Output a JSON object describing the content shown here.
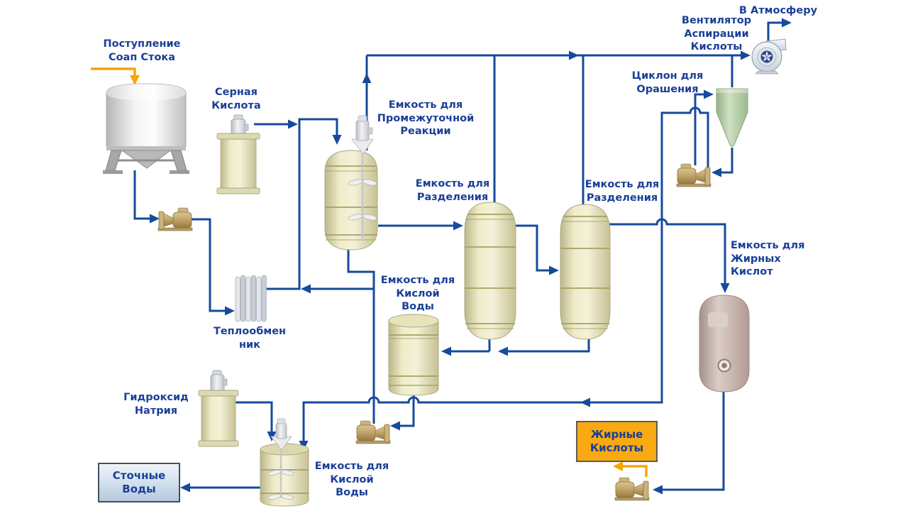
{
  "colors": {
    "line_blue": "#164a9c",
    "accent_orange": "#f7a500",
    "text_navy": "#1a3f97",
    "vessel_cream": "#eeebc9",
    "stripe_olive": "#a3a061",
    "cyclone_green": "#b7cfa9",
    "fatty_tank_pink": "#cfbcb5",
    "pump_tan": "#c3a979",
    "waste_box_fill": "#cfdeec",
    "fatty_box_fill": "#f9a912"
  },
  "diagram": {
    "labels": {
      "soap_stock_inlet": "Поступление\nСоап Стока",
      "sulfuric_acid": "Серная\nКислота",
      "intermediate_reaction_tank": "Емкость для\nПромежуточной\nРеакции",
      "separation_tank_1": "Емкость для\nРазделения",
      "separation_tank_2": "Емкость для\nРазделения",
      "acid_aspiration_fan": "Вентилятор\nАспирации\nКислоты",
      "to_atmosphere": "В Атмосферу",
      "irrigation_cyclone": "Циклон для\nОрашения",
      "fatty_acids_tank": "Емкость для\nЖирных\nКислот",
      "acid_water_tank_upper": "Емкость для\nКислой\nВоды",
      "heat_exchanger": "Теплообмен\nник",
      "sodium_hydroxide": "Гидроксид\nНатрия",
      "acid_water_tank_lower": "Емкость для\nКислой\nВоды",
      "waste_water": "Сточные\nВоды",
      "fatty_acids": "Жирные\nКислоты"
    }
  }
}
